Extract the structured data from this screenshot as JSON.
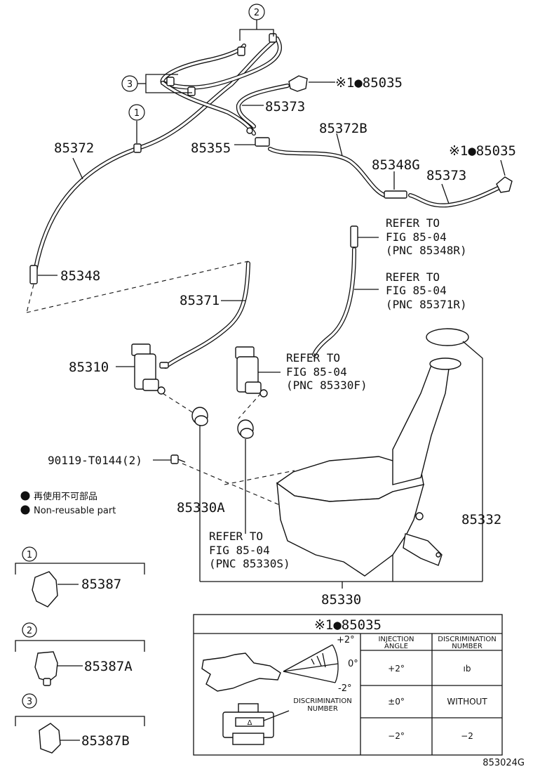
{
  "callouts": {
    "c1": "1",
    "c2": "2",
    "c3": "3"
  },
  "parts": {
    "p85035_top": "※1●85035",
    "p85373_top": "85373",
    "p85372B": "85372B",
    "p85372": "85372",
    "p85355": "85355",
    "p85035_right": "※1●85035",
    "p85348G": "85348G",
    "p85373_right": "85373",
    "p85348": "85348",
    "p85371": "85371",
    "p85310": "85310",
    "p90119": "90119-T0144(2)",
    "p85330A": "85330A",
    "p85332": "85332",
    "p85330": "85330"
  },
  "refs": {
    "r1": [
      "REFER TO",
      "FIG 85-04",
      "(PNC 85348R)"
    ],
    "r2": [
      "REFER TO",
      "FIG 85-04",
      "(PNC 85371R)"
    ],
    "r3": [
      "REFER TO",
      "FIG 85-04",
      "(PNC 85330F)"
    ],
    "r4": [
      "REFER TO",
      "FIG 85-04",
      "(PNC 85330S)"
    ]
  },
  "legend": {
    "jp": "再使用不可部品",
    "en": "Non-reusable part"
  },
  "clips": {
    "c1_num": "1",
    "c1_part": "85387",
    "c2_num": "2",
    "c2_part": "85387A",
    "c3_num": "3",
    "c3_part": "85387B"
  },
  "table": {
    "title": "※1●85035",
    "angle_top": "+2°",
    "angle_mid": "0°",
    "angle_bot": "-2°",
    "disc_label": [
      "DISCRIMINATION",
      "NUMBER"
    ],
    "disc_mark": "Δ",
    "col1_header": [
      "INJECTION",
      "ANGLE"
    ],
    "col2_header": [
      "DISCRIMINATION",
      "NUMBER"
    ],
    "rows": [
      {
        "angle": "+2°",
        "number": "ıb"
      },
      {
        "angle": "±0°",
        "number": "WITHOUT"
      },
      {
        "angle": "−2°",
        "number": "−2"
      }
    ]
  },
  "footer_code": "853024G"
}
